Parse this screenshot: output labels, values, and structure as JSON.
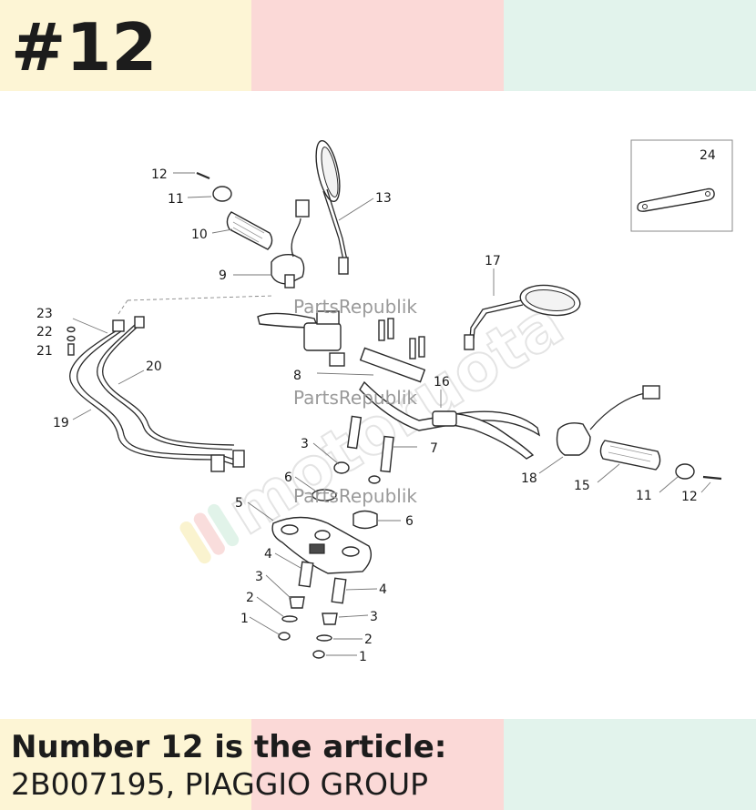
{
  "header": {
    "title": "#12"
  },
  "footer": {
    "line1": "Number 12 is the article:",
    "line2": "2B007195, PIAGGIO GROUP"
  },
  "watermarks": {
    "partsrepublik": "PartsRepublik",
    "motoruota": "motoruota"
  },
  "colors": {
    "band_yellow": "#fdf5d5",
    "band_pink": "#fbd9d7",
    "band_green": "#e2f3ec",
    "text": "#1c1c1c"
  },
  "callouts": {
    "c1a": "1",
    "c1b": "1",
    "c2a": "2",
    "c2b": "2",
    "c3a": "3",
    "c3b": "3",
    "c3c": "3",
    "c4a": "4",
    "c4b": "4",
    "c5": "5",
    "c6a": "6",
    "c6b": "6",
    "c7": "7",
    "c8": "8",
    "c9": "9",
    "c10": "10",
    "c11a": "11",
    "c11b": "11",
    "c12a": "12",
    "c12b": "12",
    "c13": "13",
    "c15": "15",
    "c16": "16",
    "c17": "17",
    "c18": "18",
    "c19": "19",
    "c20": "20",
    "c21": "21",
    "c22": "22",
    "c23": "23",
    "c24": "24"
  }
}
